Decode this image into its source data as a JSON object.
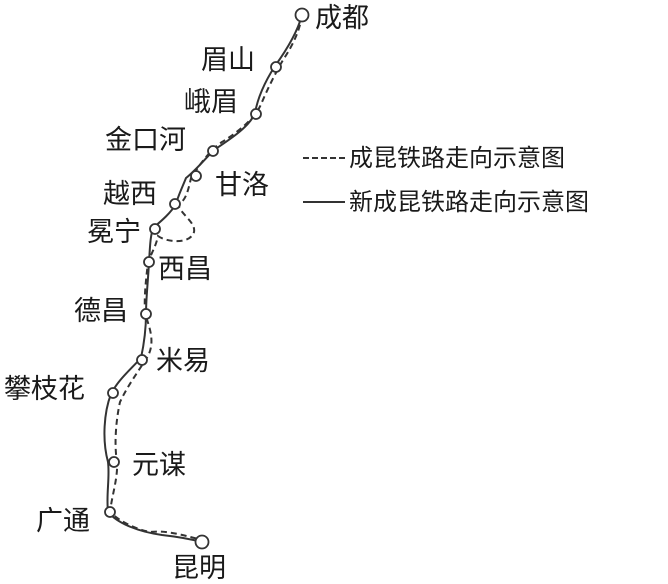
{
  "stations": [
    {
      "id": "chengdu",
      "name": "成都"
    },
    {
      "id": "meishan",
      "name": "眉山"
    },
    {
      "id": "emei",
      "name": "峨眉"
    },
    {
      "id": "jinkouhe",
      "name": "金口河"
    },
    {
      "id": "ganluo",
      "name": "甘洛"
    },
    {
      "id": "yuexi",
      "name": "越西"
    },
    {
      "id": "mianning",
      "name": "冕宁"
    },
    {
      "id": "xichang",
      "name": "西昌"
    },
    {
      "id": "dechang",
      "name": "德昌"
    },
    {
      "id": "miyi",
      "name": "米易"
    },
    {
      "id": "panzhihua",
      "name": "攀枝花"
    },
    {
      "id": "yuanmou",
      "name": "元谋"
    },
    {
      "id": "guangtong",
      "name": "广通"
    },
    {
      "id": "kunming",
      "name": "昆明"
    }
  ],
  "legend": {
    "old_line": "成昆铁路走向示意图",
    "new_line": "新成昆铁路走向示意图"
  },
  "colors": {
    "line": "#333333",
    "text": "#1a1a1a",
    "background": "#ffffff"
  }
}
